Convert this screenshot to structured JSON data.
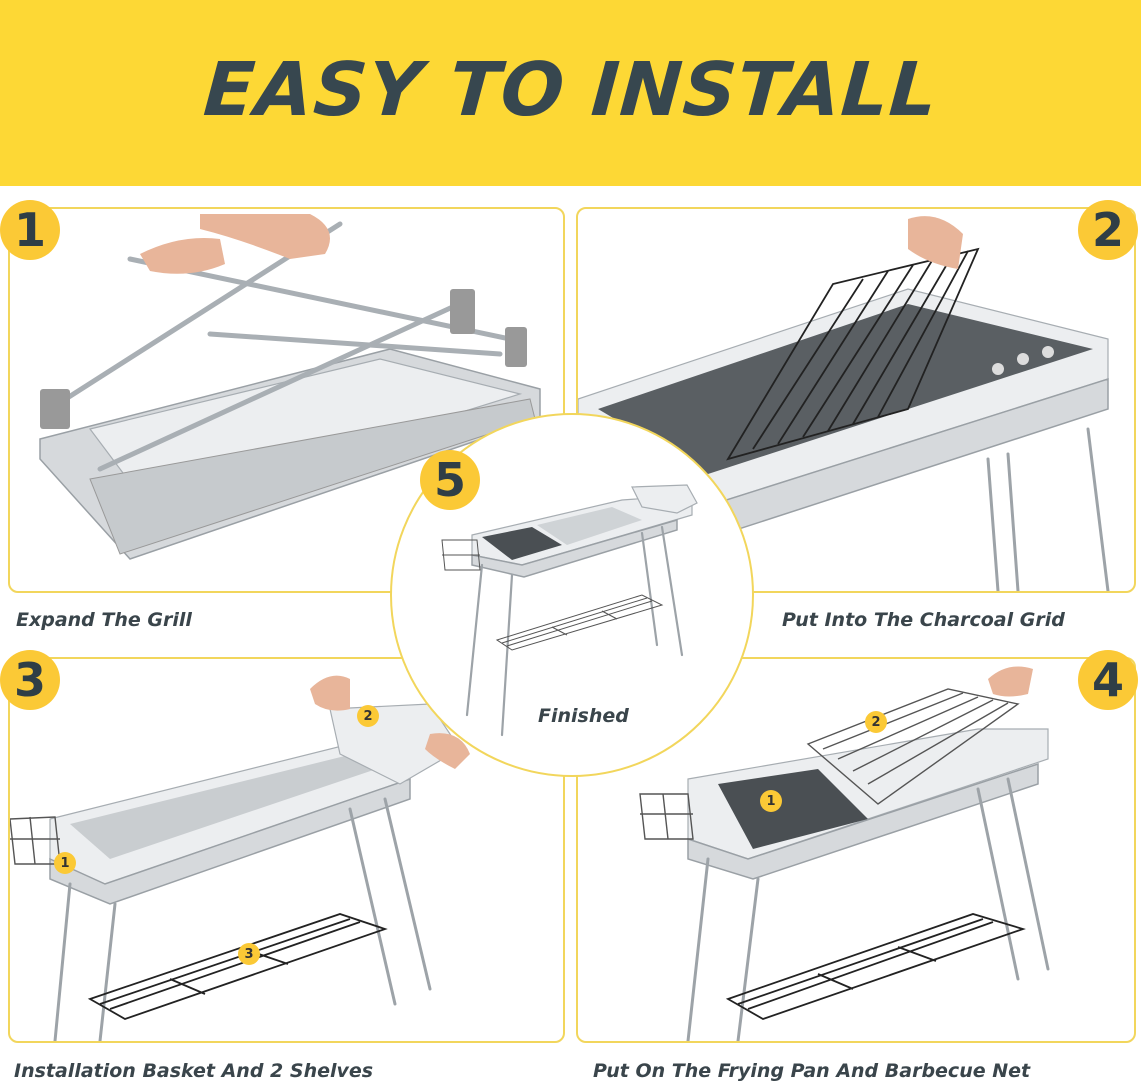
{
  "banner": {
    "title": "EASY TO INSTALL"
  },
  "steps": [
    {
      "number": "1",
      "caption": "Expand The Grill"
    },
    {
      "number": "2",
      "caption": "Put Into The Charcoal Grid"
    },
    {
      "number": "3",
      "caption": "Installation Basket And 2 Shelves",
      "callouts": [
        "1",
        "2",
        "3"
      ]
    },
    {
      "number": "4",
      "caption": "Put On The Frying Pan And Barbecue Net",
      "callouts": [
        "1",
        "2"
      ]
    },
    {
      "number": "5",
      "caption": "Finished"
    }
  ],
  "colors": {
    "banner_yellow": "#fdd835",
    "badge_yellow": "#fbc936",
    "text_dark": "#37474f",
    "border": "#f2d65c"
  }
}
